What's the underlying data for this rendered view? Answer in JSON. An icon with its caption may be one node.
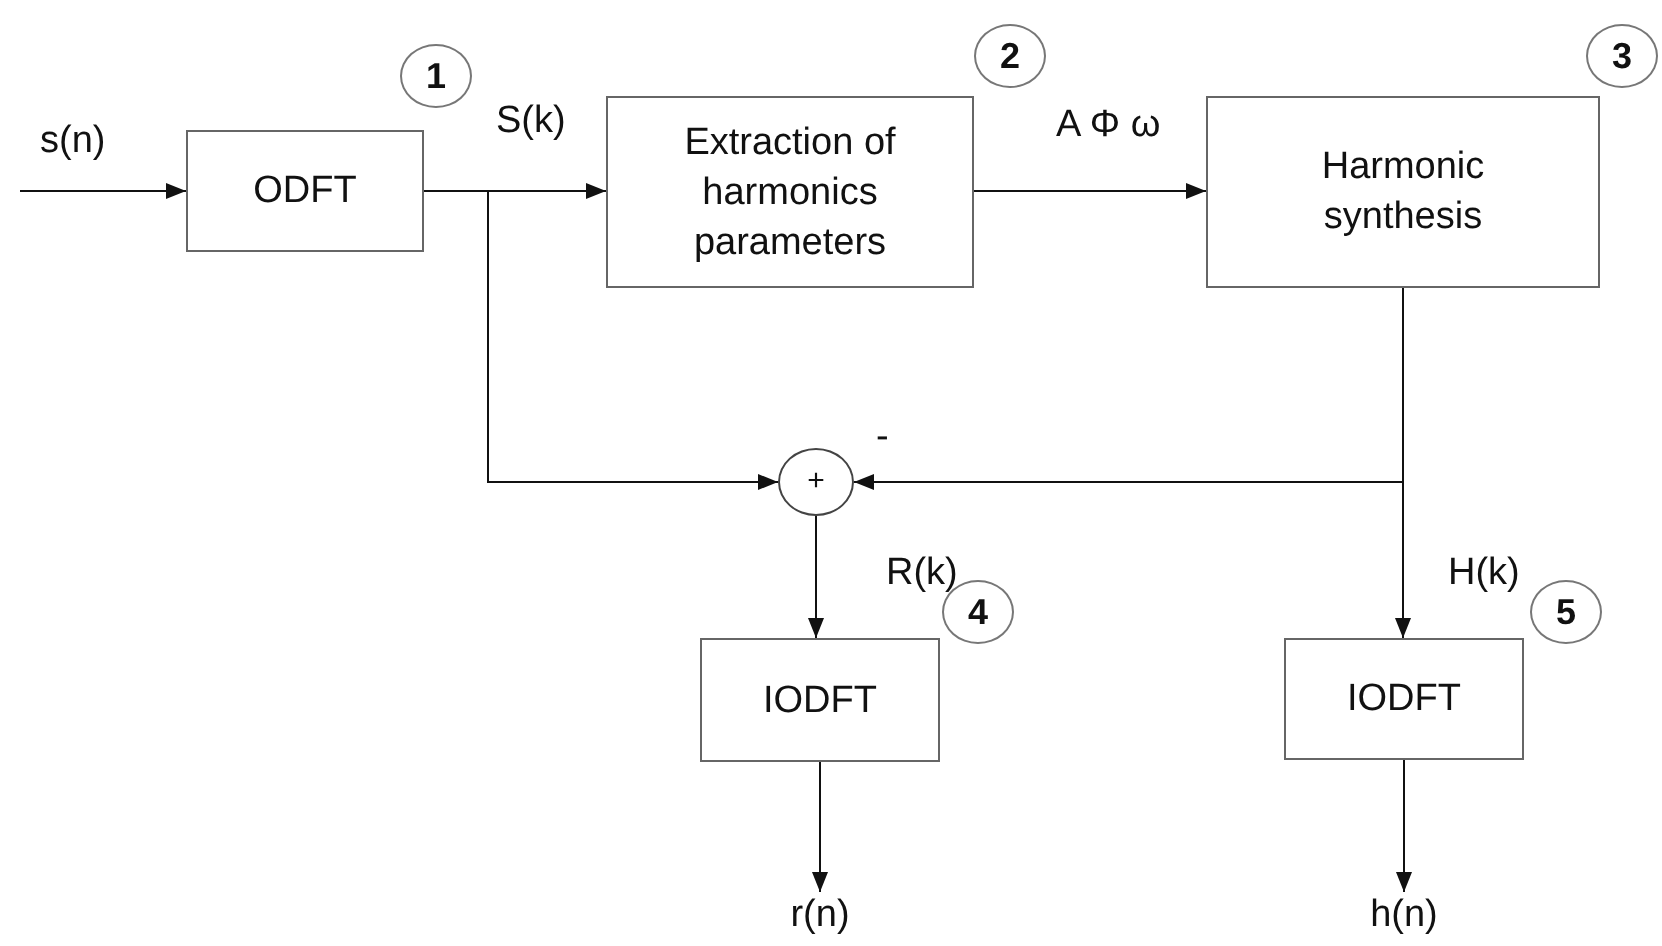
{
  "diagram": {
    "nodes": [
      {
        "text": [
          "ODFT"
        ]
      },
      {
        "text": [
          "Extraction of harmonics parameters"
        ]
      },
      {
        "text": [
          "Harmonic synthesis"
        ]
      },
      {
        "text": [
          "+"
        ]
      },
      {
        "text": [
          "IODFT"
        ]
      },
      {
        "text": [
          "IODFT"
        ]
      },
      {
        "text": [
          "r(n)"
        ]
      },
      {
        "text": [
          "h(n)"
        ]
      }
    ],
    "edges": [
      {
        "from": null,
        "to": 0,
        "arrow": "to",
        "label": "s(n)"
      },
      {
        "from": 0,
        "to": 1,
        "arrow": "to",
        "label": "S(k)"
      },
      {
        "from": 1,
        "to": 2,
        "arrow": "to",
        "label": "A Φ ω"
      },
      {
        "from": 0,
        "to": 3,
        "arrow": "to"
      },
      {
        "from": 2,
        "to": 3,
        "arrow": "to",
        "label": "-"
      },
      {
        "from": 2,
        "to": 5,
        "arrow": "to",
        "label": "H(k)"
      },
      {
        "from": 3,
        "to": 4,
        "arrow": "to",
        "label": "R(k)"
      },
      {
        "from": 4,
        "to": 6,
        "arrow": "to"
      },
      {
        "from": 5,
        "to": 7,
        "arrow": "to"
      }
    ],
    "labels": [
      "1",
      "2",
      "3",
      "4",
      "5"
    ]
  }
}
